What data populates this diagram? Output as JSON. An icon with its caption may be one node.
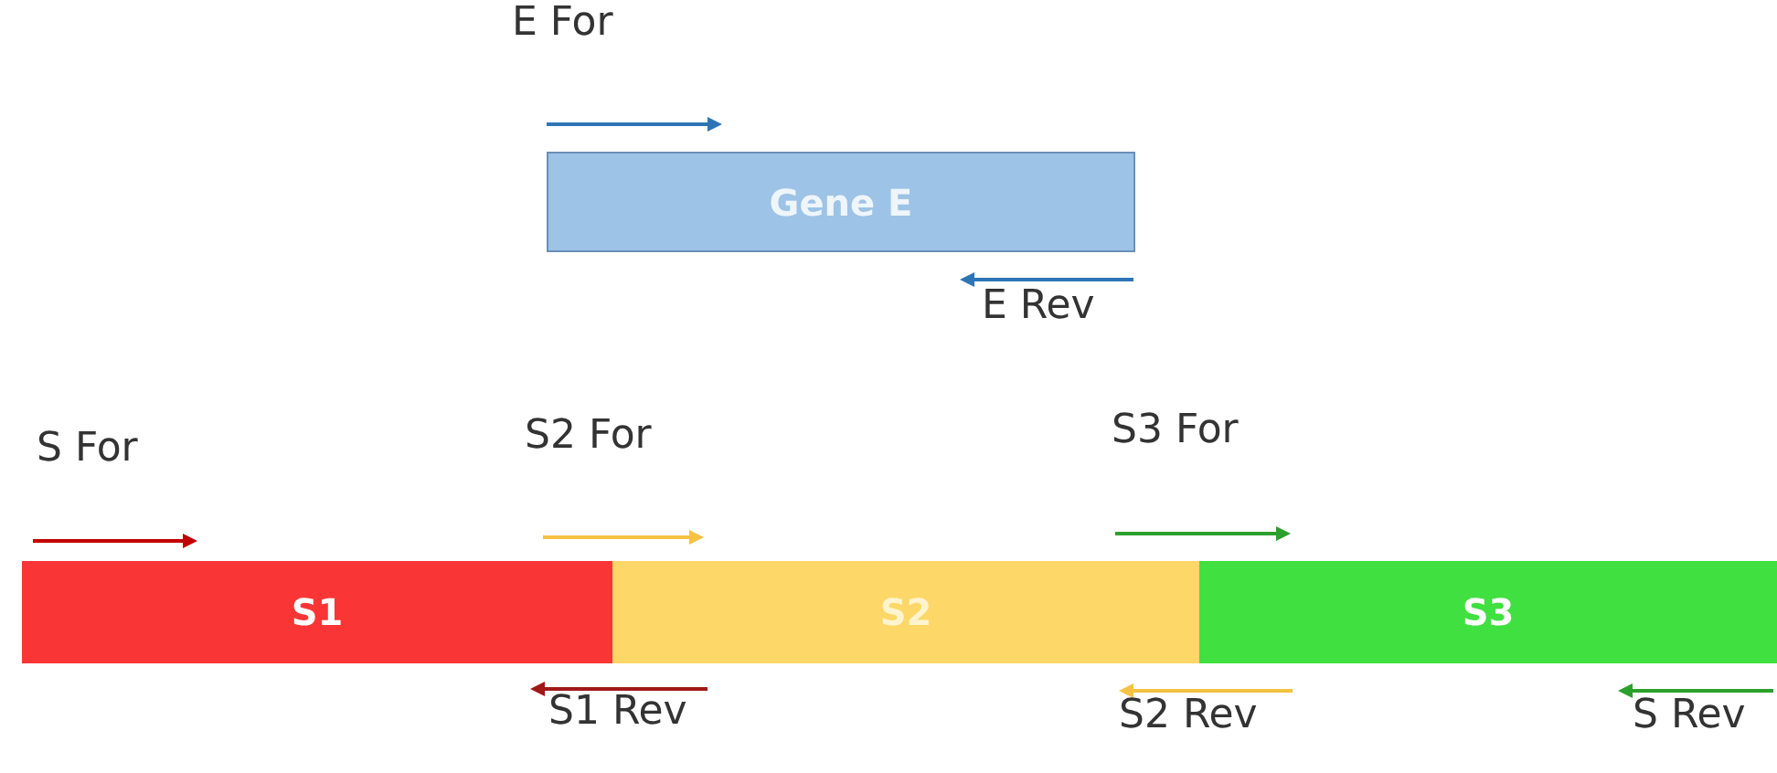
{
  "diagram": {
    "nodes": [
      {
        "text": [
          "Gene E"
        ]
      },
      {
        "text": [
          "S1"
        ]
      },
      {
        "text": [
          "S2"
        ]
      },
      {
        "text": [
          "S3"
        ]
      }
    ],
    "labels": [
      "E For",
      "E Rev",
      "S For",
      "S2 For",
      "S3 For",
      "S1 Rev",
      "S2 Rev",
      "S Rev"
    ]
  }
}
